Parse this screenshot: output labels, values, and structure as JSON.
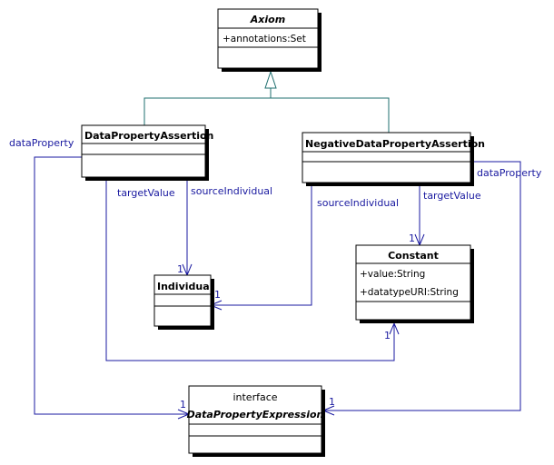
{
  "classes": {
    "axiom": {
      "name": "Axiom",
      "attributes": [
        "+annotations:Set"
      ]
    },
    "data_property_assertion": {
      "name": "DataPropertyAssertion"
    },
    "negative_data_property_assertion": {
      "name": "NegativeDataPropertyAssertion"
    },
    "individual": {
      "name": "Individual"
    },
    "constant": {
      "name": "Constant",
      "attributes": [
        "+value:String",
        "+datatypeURI:String"
      ]
    },
    "data_property_expression": {
      "stereotype": "interface",
      "name": "DataPropertyExpression"
    }
  },
  "associations": {
    "dpa_data_property": {
      "role": "dataProperty",
      "multiplicity": "1"
    },
    "dpa_target_value": {
      "role": "targetValue",
      "multiplicity": "1"
    },
    "dpa_source_individual": {
      "role": "sourceIndividual",
      "multiplicity": "1"
    },
    "ndpa_source_individual": {
      "role": "sourceIndividual",
      "multiplicity": "1"
    },
    "ndpa_target_value": {
      "role": "targetValue",
      "multiplicity": "1"
    },
    "ndpa_data_property": {
      "role": "dataProperty",
      "multiplicity": "1"
    }
  }
}
